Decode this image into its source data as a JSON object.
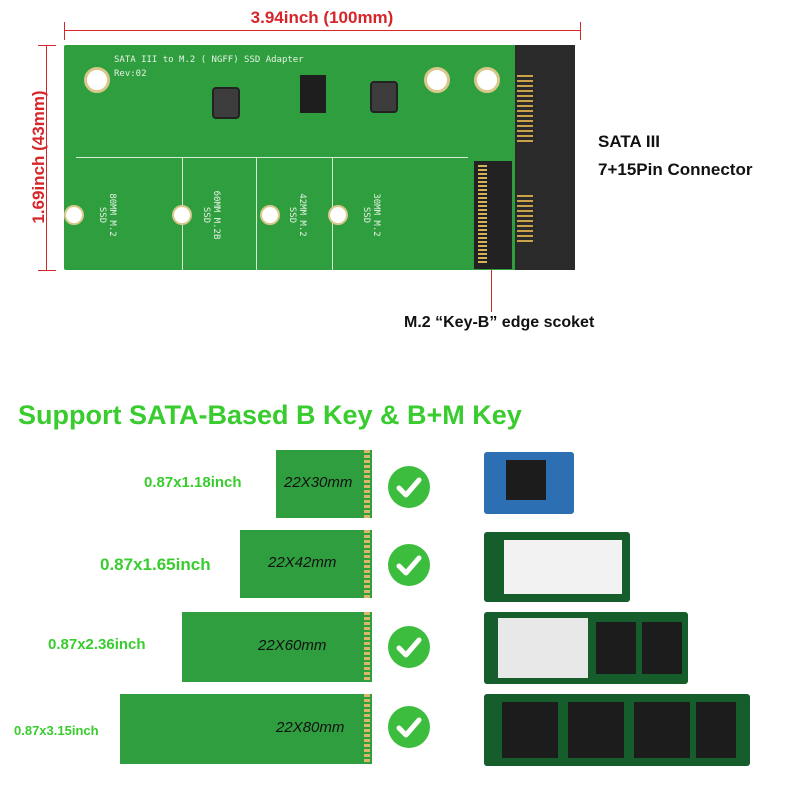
{
  "dimensions": {
    "width_label": "3.94inch (100mm)",
    "height_label": "1.69inch (43mm)"
  },
  "board": {
    "title": "SATA III to M.2 ( NGFF) SSD Adapter",
    "rev": "Rev:02",
    "lengths": [
      "80MM M.2 SSD",
      "60MM M.2B SSD",
      "42MM M.2 SSD",
      "30MM M.2 SSD"
    ]
  },
  "callouts": {
    "sata": "SATA III",
    "sata_sub": "7+15Pin Connector",
    "m2": "M.2 “Key-B” edge scoket"
  },
  "headline": "Support SATA-Based B Key & B+M Key",
  "ssd_sizes": [
    {
      "size": "0.87x1.18inch",
      "label": "22X30mm"
    },
    {
      "size": "0.87x1.65inch",
      "label": "22X42mm"
    },
    {
      "size": "0.87x2.36inch",
      "label": "22X60mm"
    },
    {
      "size": "0.87x3.15inch",
      "label": "22X80mm"
    }
  ],
  "colors": {
    "accent_green": "#38cc2e",
    "board_green": "#2f9e3e",
    "dimension_red": "#d6262a"
  }
}
